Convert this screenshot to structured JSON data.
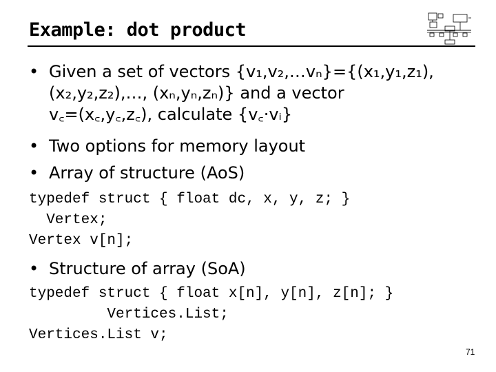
{
  "slide": {
    "title": "Example: dot product",
    "bullet1": {
      "line1": "Given a set of vectors {v₁,v₂,…vₙ}={(x₁,y₁,z₁),",
      "line2": "(x₂,y₂,z₂),…, (xₙ,yₙ,zₙ)} and a vector",
      "line3": "v꜀=(x꜀,y꜀,z꜀), calculate {v꜀·vᵢ}"
    },
    "bullet2": "Two options for memory layout",
    "bullet3": "Array of structure (AoS)",
    "code_aos": [
      "typedef struct { float dc, x, y, z; }",
      "  Vertex;",
      "Vertex v[n];"
    ],
    "bullet4": "Structure of array (SoA)",
    "code_soa": [
      "typedef struct { float x[n], y[n], z[n]; }",
      "         Vertices.List;",
      "Vertices.List v;"
    ],
    "bullet_symbol": "•",
    "page_number": "71"
  }
}
